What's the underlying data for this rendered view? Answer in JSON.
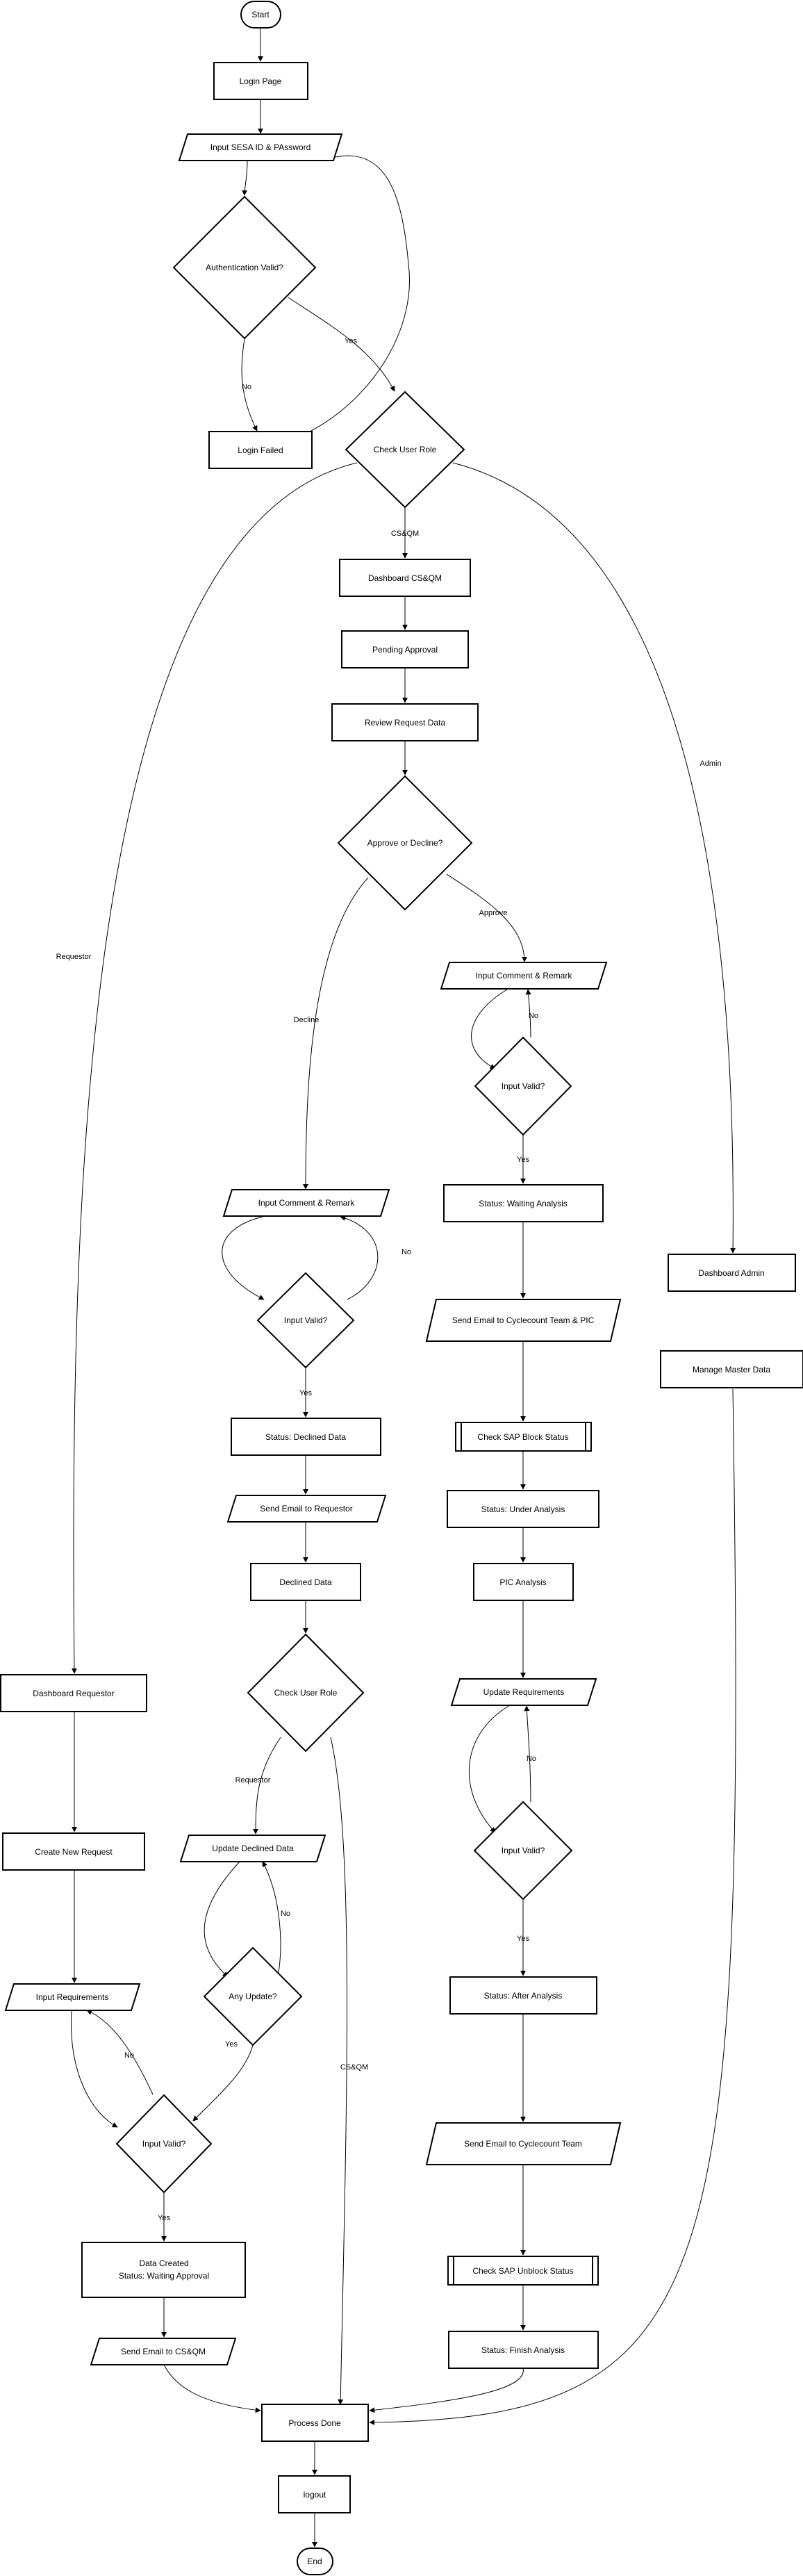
{
  "nodes": {
    "start": "Start",
    "login_page": "Login Page",
    "input_sesa": "Input SESA ID & PAssword",
    "auth_valid": "Authentication Valid?",
    "login_failed": "Login Failed",
    "check_role_1": "Check User Role",
    "dash_csqm": "Dashboard CS&QM",
    "pending_approval": "Pending Approval",
    "review_request": "Review Request Data",
    "approve_decline": "Approve or Decline?",
    "input_comment_approve": "Input Comment & Remark",
    "input_valid_approve": "Input Valid?",
    "status_waiting_analysis": "Status: Waiting Analysis",
    "send_email_cyclecount_pic": "Send Email to Cyclecount Team & PIC",
    "check_sap_block": "Check SAP Block Status",
    "status_under_analysis": "Status: Under Analysis",
    "pic_analysis": "PIC Analysis",
    "update_requirements": "Update Requirements",
    "input_valid_update": "Input Valid?",
    "status_after_analysis": "Status: After Analysis",
    "send_email_cyclecount": "Send Email to Cyclecount Team",
    "check_sap_unblock": "Check SAP Unblock Status",
    "status_finish": "Status: Finish Analysis",
    "input_comment_decline": "Input Comment & Remark",
    "input_valid_decline": "Input Valid?",
    "status_declined": "Status: Declined Data",
    "send_email_requestor": "Send Email to Requestor",
    "declined_data": "Declined Data",
    "check_role_2": "Check User Role",
    "update_declined": "Update Declined Data",
    "any_update": "Any Update?",
    "dash_admin": "Dashboard Admin",
    "manage_master": "Manage Master Data",
    "dash_requestor": "Dashboard Requestor",
    "create_request": "Create New Request",
    "input_requirements": "Input Requirements",
    "input_valid_req": "Input Valid?",
    "data_created_1": "Data Created",
    "data_created_2": "Status: Waiting Approval",
    "send_email_csqm": "Send Email to CS&QM",
    "process_done": "Process Done",
    "logout": "logout",
    "end": "End"
  },
  "edges": {
    "auth_no": "No",
    "auth_yes": "Yes",
    "role_csqm": "CS&QM",
    "role_admin": "Admin",
    "role_requestor": "Requestor",
    "approve": "Approve",
    "decline": "Decline",
    "valid_approve_no": "No",
    "valid_approve_yes": "Yes",
    "valid_decline_no": "No",
    "valid_decline_yes": "Yes",
    "valid_update_no": "No",
    "valid_update_yes": "Yes",
    "role2_requestor": "Requestor",
    "role2_csqm": "CS&QM",
    "any_update_no": "No",
    "any_update_yes": "Yes",
    "valid_req_no": "No",
    "valid_req_yes": "Yes"
  }
}
